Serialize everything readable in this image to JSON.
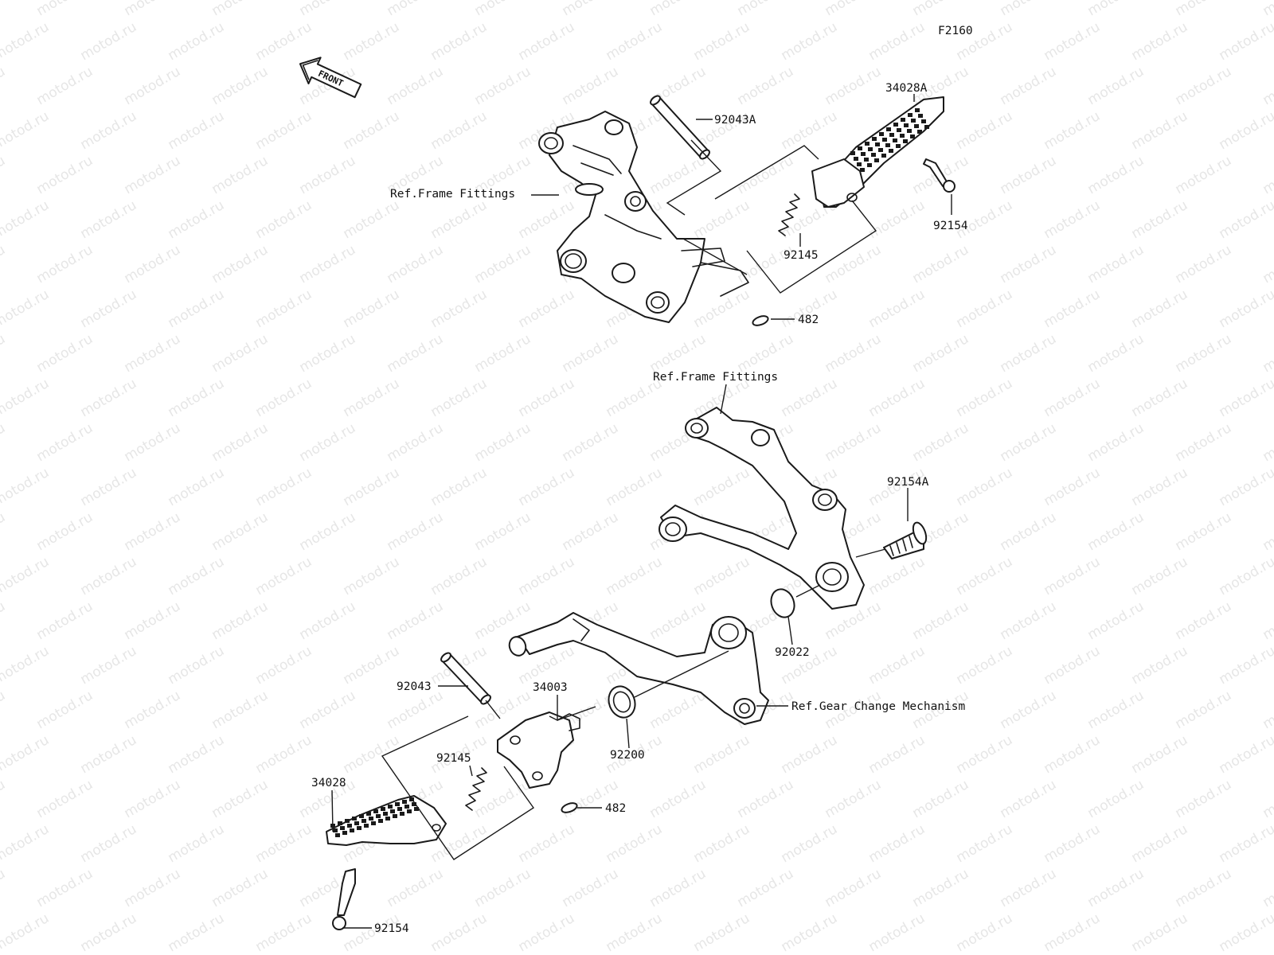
{
  "diagram_code": "F2160",
  "watermark": "motod.ru",
  "front_arrow": "FRONT",
  "colors": {
    "line": "#1a1a1a",
    "watermark": "#e6e6e6",
    "background": "#ffffff"
  },
  "upper_assembly": {
    "pin": "92043A",
    "footpeg": "34028A",
    "bolt": "92154",
    "spring": "92145",
    "clip": "482",
    "ref_frame": "Ref.Frame Fittings"
  },
  "lower_assembly": {
    "ref_frame": "Ref.Frame Fittings",
    "bolt": "92154A",
    "ring": "92022",
    "ref_gear": "Ref.Gear Change Mechanism",
    "washer": "92200",
    "pin": "92043",
    "bracket": "34003",
    "spring": "92145",
    "footpeg": "34028",
    "clip": "482",
    "bolt_bottom": "92154"
  }
}
